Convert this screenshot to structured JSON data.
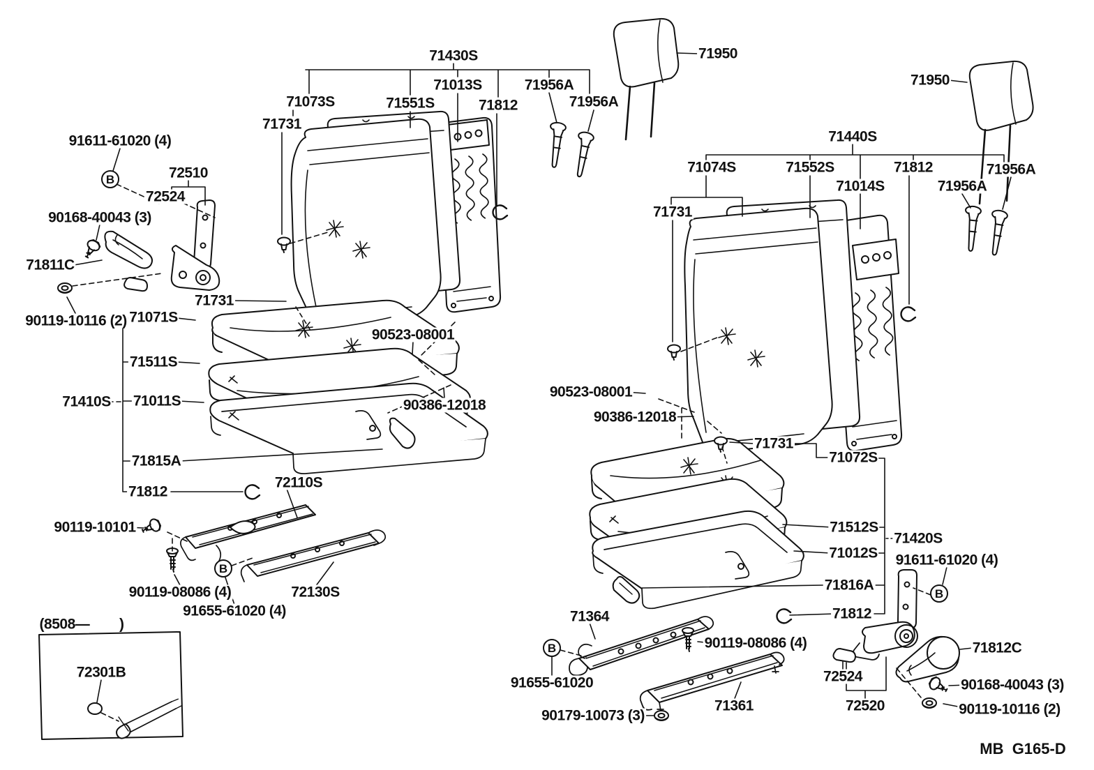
{
  "figure": {
    "code": "MB  G165-D"
  },
  "symbols": {
    "circled_b": "B"
  },
  "note_box": {
    "range_label": "(8508—        )",
    "callout": "72301B"
  },
  "left_assembly": {
    "callouts": {
      "c71430s": "71430S",
      "c71013s": "71013S",
      "c71073s": "71073S",
      "c71551s": "71551S",
      "c71812_top": "71812",
      "c71956a_upper": "71956A",
      "c71956a_lower": "71956A",
      "c71950": "71950",
      "c71731_back": "71731",
      "c91611": "91611-61020 (4)",
      "c72510": "72510",
      "c72524": "72524",
      "c90168": "90168-40043 (3)",
      "c71811c": "71811C",
      "c90119_10116": "90119-10116 (2)",
      "c71731_cushion": "71731",
      "c71071s": "71071S",
      "c71511s": "71511S",
      "c71410s": "71410S",
      "c71011s": "71011S",
      "c90523": "90523-08001",
      "c90386": "90386-12018",
      "c71815a": "71815A",
      "c71812_clip": "71812",
      "c72110s": "72110S",
      "c90119_10101": "90119-10101",
      "c90119_08086": "90119-08086 (4)",
      "c91655": "91655-61020 (4)",
      "c72130s": "72130S"
    }
  },
  "right_assembly": {
    "callouts": {
      "c71950": "71950",
      "c71440s": "71440S",
      "c71074s": "71074S",
      "c71552s": "71552S",
      "c71014s": "71014S",
      "c71812_top": "71812",
      "c71956a_outer": "71956A",
      "c71956a_inner": "71956A",
      "c71731_back": "71731",
      "c90523": "90523-08001",
      "c90386": "90386-12018",
      "c71731_cushion": "71731",
      "c71072s": "71072S",
      "c71512s": "71512S",
      "c71012s": "71012S",
      "c71816a": "71816A",
      "c71812_clip": "71812",
      "c71420s": "71420S",
      "c91611": "91611-61020 (4)",
      "c71364": "71364",
      "c91655": "91655-61020",
      "c90119_08086": "90119-08086 (4)",
      "c71361": "71361",
      "c90179": "90179-10073 (3)",
      "c72524": "72524",
      "c72520": "72520",
      "c71812c": "71812C",
      "c90168": "90168-40043 (3)",
      "c90119_10116": "90119-10116 (2)"
    }
  }
}
